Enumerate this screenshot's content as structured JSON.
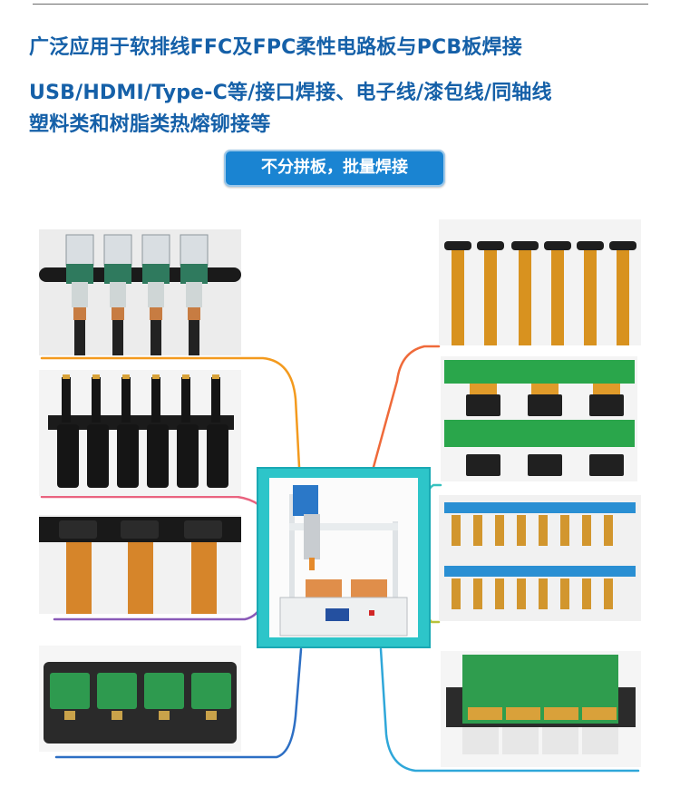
{
  "headline": {
    "line1": "广泛应用于软排线FFC及FPC柔性电路板与PCB板焊接",
    "line2": "USB/HDMI/Type-C等/接口焊接、电子线/漆包线/同轴线",
    "line3": "塑料类和树脂类热熔铆接等"
  },
  "badge": {
    "label": "不分拼板，批量焊接"
  },
  "colors": {
    "headline": "#1560a8",
    "badge_bg": "#1a84d2",
    "center_bg": "#2dc5c9",
    "connector_orange": "#f39a1e",
    "connector_pink": "#e9637f",
    "connector_purple": "#8a5ab8",
    "connector_blue": "#2d6fc4",
    "connector_redorange": "#ef6a3a",
    "connector_teal": "#38c2bf",
    "connector_olive": "#b7c23a",
    "connector_cyan": "#2fa7d9"
  },
  "samples": {
    "left": [
      "usb-cable-assemblies-photo",
      "black-fpc-boards-photo",
      "fpc-strips-photo",
      "green-pcb-fixture-photo"
    ],
    "right": [
      "gold-fpc-ribbons-photo",
      "green-pcb-oled-photo",
      "blue-ffc-connectors-photo",
      "pcb-panel-fixture-photo"
    ],
    "center": "soldering-robot-photo"
  }
}
